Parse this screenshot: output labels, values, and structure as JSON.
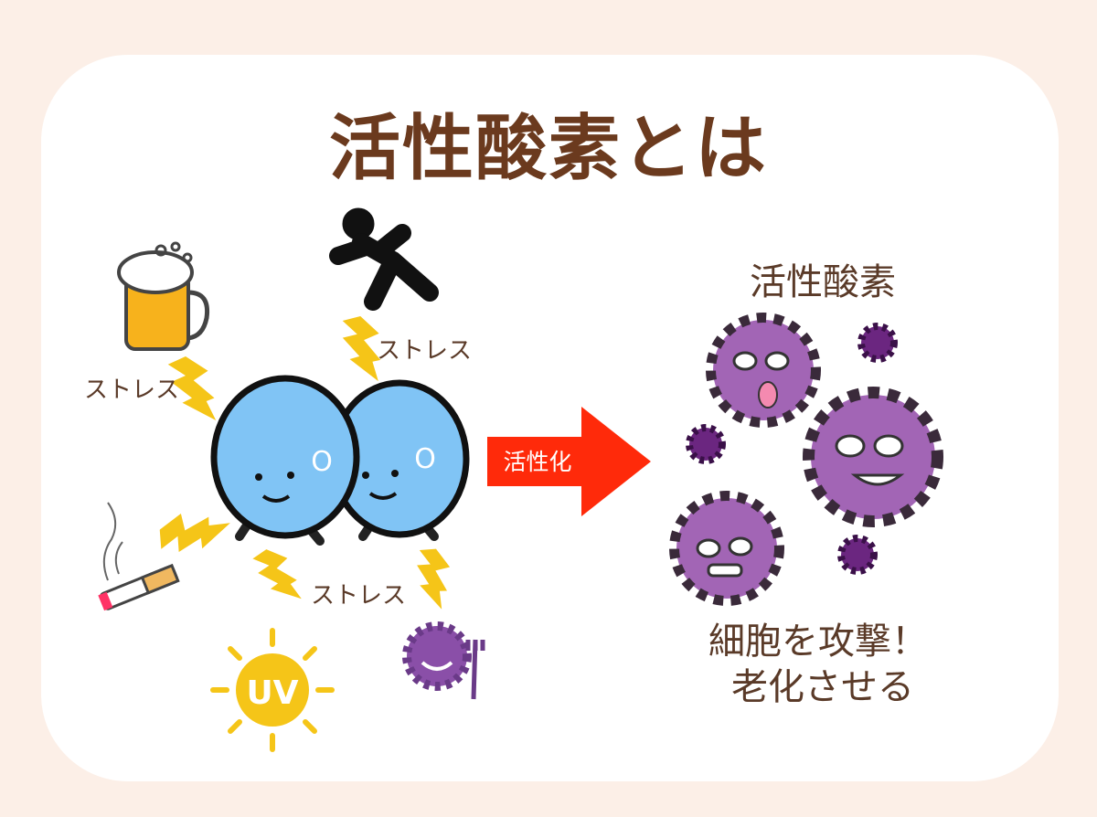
{
  "title": "活性酸素とは",
  "left": {
    "stress_labels": [
      "ストレス",
      "ストレス",
      "ストレス"
    ],
    "cell_letter": "O",
    "uv_label": "UV"
  },
  "arrow": {
    "label": "活性化",
    "color": "#ff2a0a"
  },
  "right": {
    "heading": "活性酸素",
    "caption_line1": "細胞を攻撃！",
    "caption_line2": "老化させる"
  },
  "colors": {
    "title": "#6b3a1e",
    "bolt": "#f5c518",
    "cell": "#80c4f5",
    "virus": "#a265b5",
    "background": "#fcefe7"
  }
}
